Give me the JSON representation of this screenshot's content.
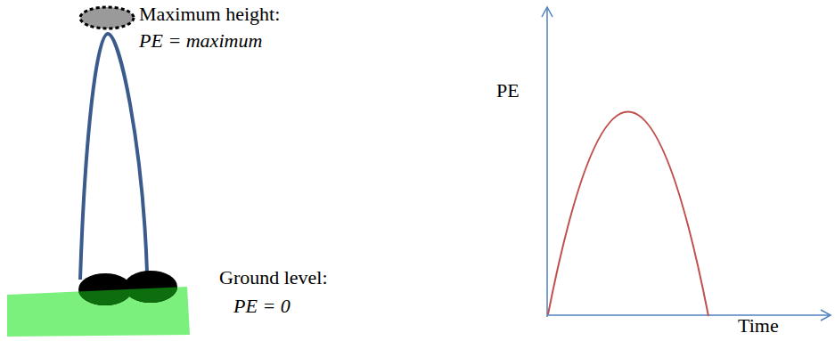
{
  "diagram": {
    "labels": [
      "Maximum height:",
      "PE = maximum",
      "Ground level:",
      "PE = 0",
      "PE",
      "Time"
    ]
  }
}
